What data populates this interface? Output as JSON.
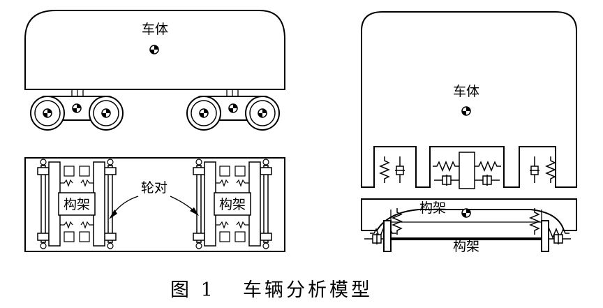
{
  "labels": {
    "car_body_side": "车体",
    "car_body_front": "车体",
    "bogie_plan_left": "构架",
    "bogie_plan_right": "构架",
    "wheelset": "轮对",
    "bogie_front_upper": "构架",
    "bogie_front_lower": "构架"
  },
  "caption": {
    "number": "图 1",
    "title": "车辆分析模型"
  }
}
